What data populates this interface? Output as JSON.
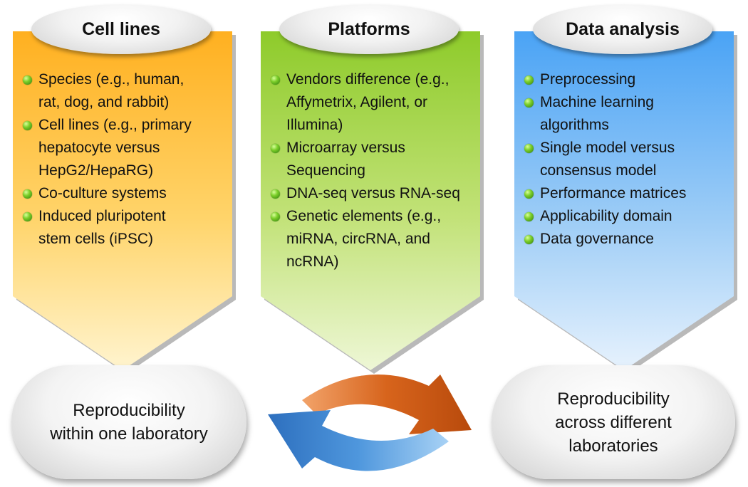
{
  "columns": [
    {
      "title": "Cell lines",
      "items": [
        [
          "Species (e.g., human,",
          "rat, dog, and rabbit)"
        ],
        [
          "Cell lines (e.g., primary",
          "hepatocyte versus",
          "HepG2/HepaRG)"
        ],
        [
          "Co-culture systems"
        ],
        [
          "Induced pluripotent",
          "stem cells (iPSC)"
        ]
      ]
    },
    {
      "title": "Platforms",
      "items": [
        [
          "Vendors difference (e.g.,",
          "Affymetrix, Agilent, or",
          "Illumina)"
        ],
        [
          "Microarray versus",
          "Sequencing"
        ],
        [
          "DNA-seq versus RNA-seq"
        ],
        [
          "Genetic elements (e.g.,",
          "miRNA, circRNA, and",
          "ncRNA)"
        ]
      ]
    },
    {
      "title": "Data analysis",
      "items": [
        [
          "Preprocessing"
        ],
        [
          "Machine learning",
          "algorithms"
        ],
        [
          "Single model versus",
          "consensus model"
        ],
        [
          "Performance matrices"
        ],
        [
          "Applicability domain"
        ],
        [
          "Data governance"
        ]
      ]
    }
  ],
  "bottom": {
    "left": [
      "Reproducibility",
      "within one laboratory"
    ],
    "right": [
      "Reproducibility",
      "across different",
      "laboratories"
    ]
  }
}
